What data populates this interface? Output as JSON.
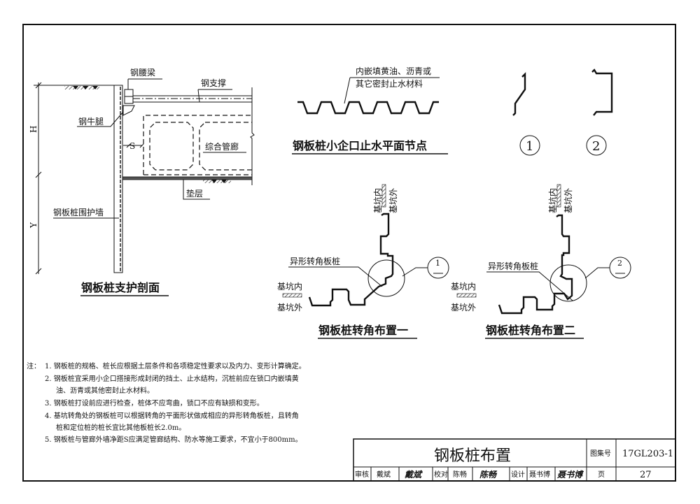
{
  "section": {
    "title": "钢板桩支护剖面",
    "labels": {
      "waler": "钢腰梁",
      "strut": "钢支撑",
      "bracket": "钢牛腿",
      "spacing": "S",
      "corridor": "综合管廊",
      "cushion": "垫层",
      "wall": "钢板桩围护墙",
      "dim_h": "H",
      "dim_y": "Y"
    }
  },
  "joint": {
    "title": "钢板桩小企口止水平面节点",
    "note_line1": "内嵌填黄油、沥青或",
    "note_line2": "其它密封止水材料"
  },
  "details": [
    {
      "mark": "1"
    },
    {
      "mark": "2"
    }
  ],
  "corners": [
    {
      "title": "钢板桩转角布置一",
      "pile_label": "异形转角板桩",
      "inside": "基坑内",
      "outside": "基坑外",
      "ref_mark": "1",
      "ref_sub": "—"
    },
    {
      "title": "钢板桩转角布置二",
      "pile_label": "异形转角板桩",
      "inside": "基坑内",
      "outside": "基坑外",
      "ref_mark": "2",
      "ref_sub": "—"
    }
  ],
  "notes": {
    "prefix": "注：",
    "lines": [
      "1. 钢板桩的规格、桩长应根据土层条件和各项稳定性要求以及内力、变形计算确定。",
      "2. 钢板桩宜采用小企口搭接形成封闭的挡土、止水结构，沉桩前应在锁口内嵌填黄",
      "油、沥青或其他密封止水材料。",
      "3. 钢板桩打设前应进行检查，桩体不应弯曲，锁口不应有缺损和变形。",
      "4. 基坑转角处的钢板桩可以根据转角的平面形状做成相应的异形转角板桩，且转角",
      "桩和定位桩的桩长宜比其他板桩长2.0m。",
      "5. 钢板桩与管廊外墙净距S应满足管廊结构、防水等施工要求，不宜小于800mm。"
    ]
  },
  "title_block": {
    "title": "钢板桩布置",
    "atlas_label": "图集号",
    "atlas_no": "17GL203-1",
    "page_label": "页",
    "page_no": "27",
    "review_label": "审核",
    "review_name": "戴斌",
    "review_sig": "戴斌",
    "check_label": "校对",
    "check_name": "陈畅",
    "check_sig": "陈畅",
    "design_label": "设计",
    "design_name": "聂书博",
    "design_sig": "聂书博"
  }
}
